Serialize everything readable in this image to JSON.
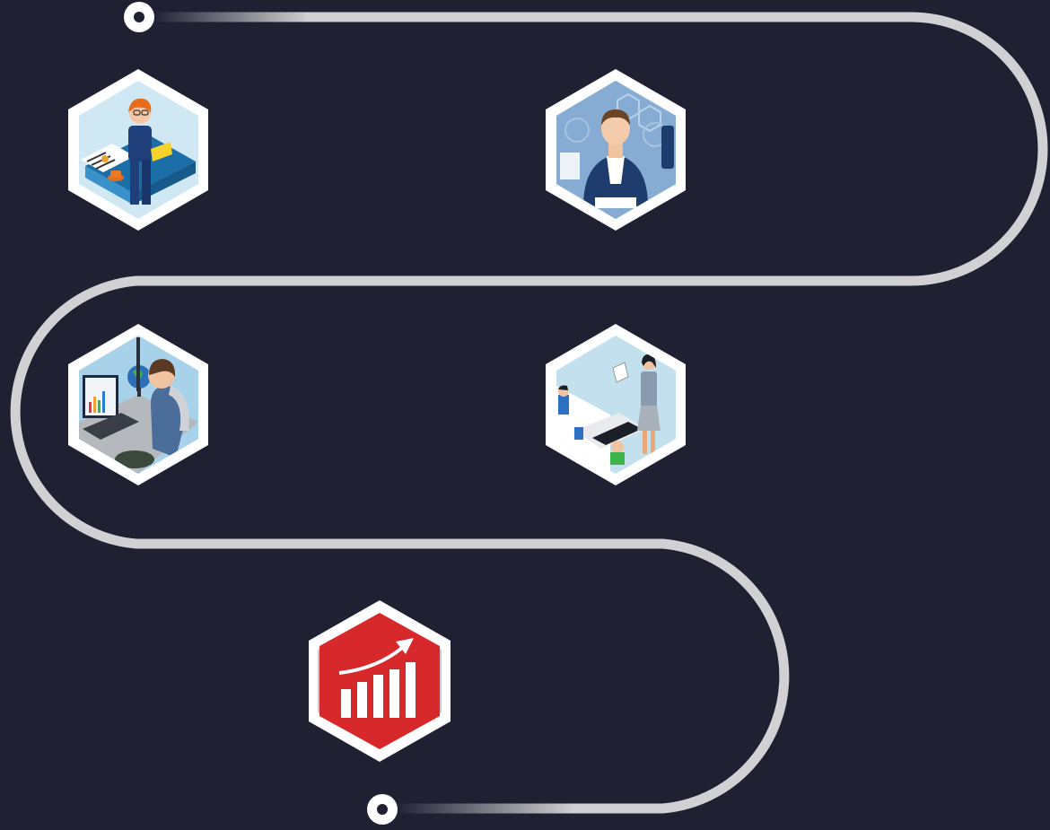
{
  "colors": {
    "background": "#1f2133",
    "path": "#d1d1d3",
    "hex_frame": "#ffffff",
    "hex_shadow": "#c9c9cf",
    "accent_red": "#d7282c"
  },
  "nodes": [
    {
      "id": "step-1",
      "icon": "reading-woman-illustration-icon"
    },
    {
      "id": "step-2",
      "icon": "businessman-presenter-illustration-icon"
    },
    {
      "id": "step-3",
      "icon": "analyst-at-computer-illustration-icon"
    },
    {
      "id": "step-4",
      "icon": "office-team-illustration-icon"
    },
    {
      "id": "step-5",
      "icon": "growth-bar-chart-icon"
    }
  ],
  "endpoints": [
    {
      "id": "start",
      "icon": "path-start-dot-icon"
    },
    {
      "id": "end",
      "icon": "path-end-dot-icon"
    }
  ]
}
